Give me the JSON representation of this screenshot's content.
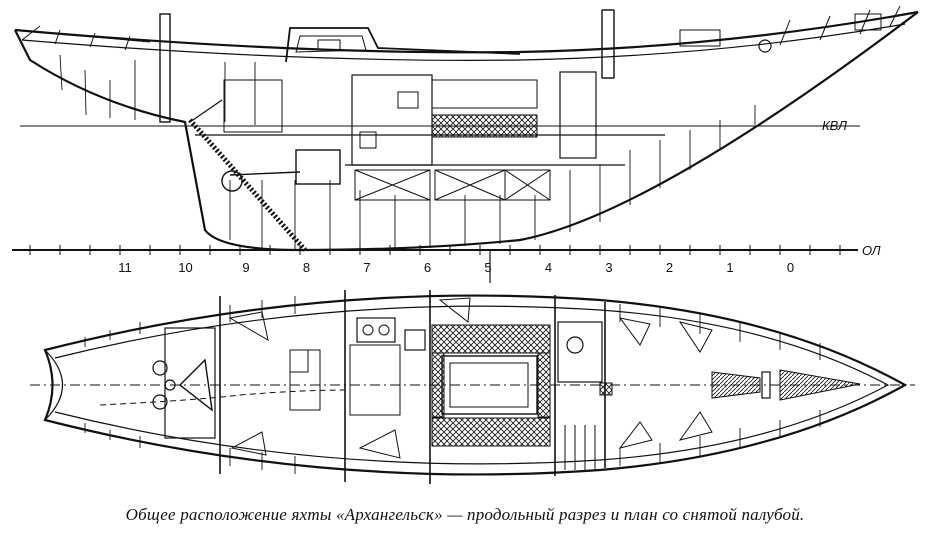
{
  "labels": {
    "waterline": "КВЛ",
    "baseline": "ОЛ"
  },
  "stations": [
    "11",
    "10",
    "9",
    "8",
    "7",
    "6",
    "5",
    "4",
    "3",
    "2",
    "1",
    "0"
  ],
  "caption": "Общее расположение яхты «Архангельск» — продольный разрез и план со снятой палубой."
}
